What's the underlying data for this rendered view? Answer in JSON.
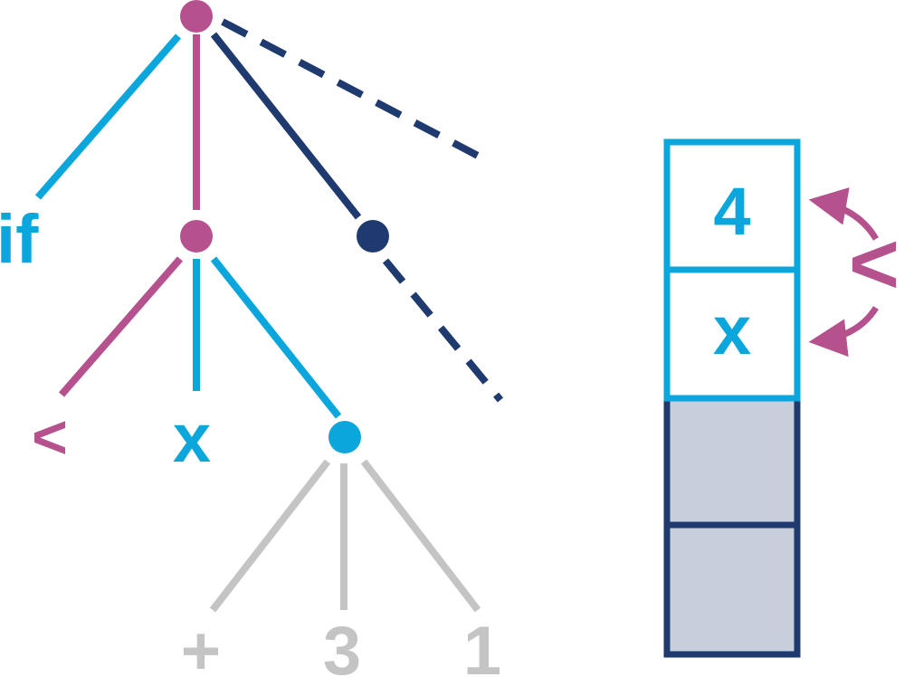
{
  "colors": {
    "magenta": "#b5528e",
    "cyan": "#0aa6dc",
    "navy": "#1f3a6e",
    "gray": "#c4c4c4",
    "stack_fill": "#c8cfdc"
  },
  "tree": {
    "labels": {
      "if": "if",
      "lt": "<",
      "x": "x",
      "plus": "+",
      "three": "3",
      "one": "1"
    }
  },
  "stack": {
    "cells": [
      "4",
      "x",
      "",
      ""
    ],
    "operator": "<"
  }
}
